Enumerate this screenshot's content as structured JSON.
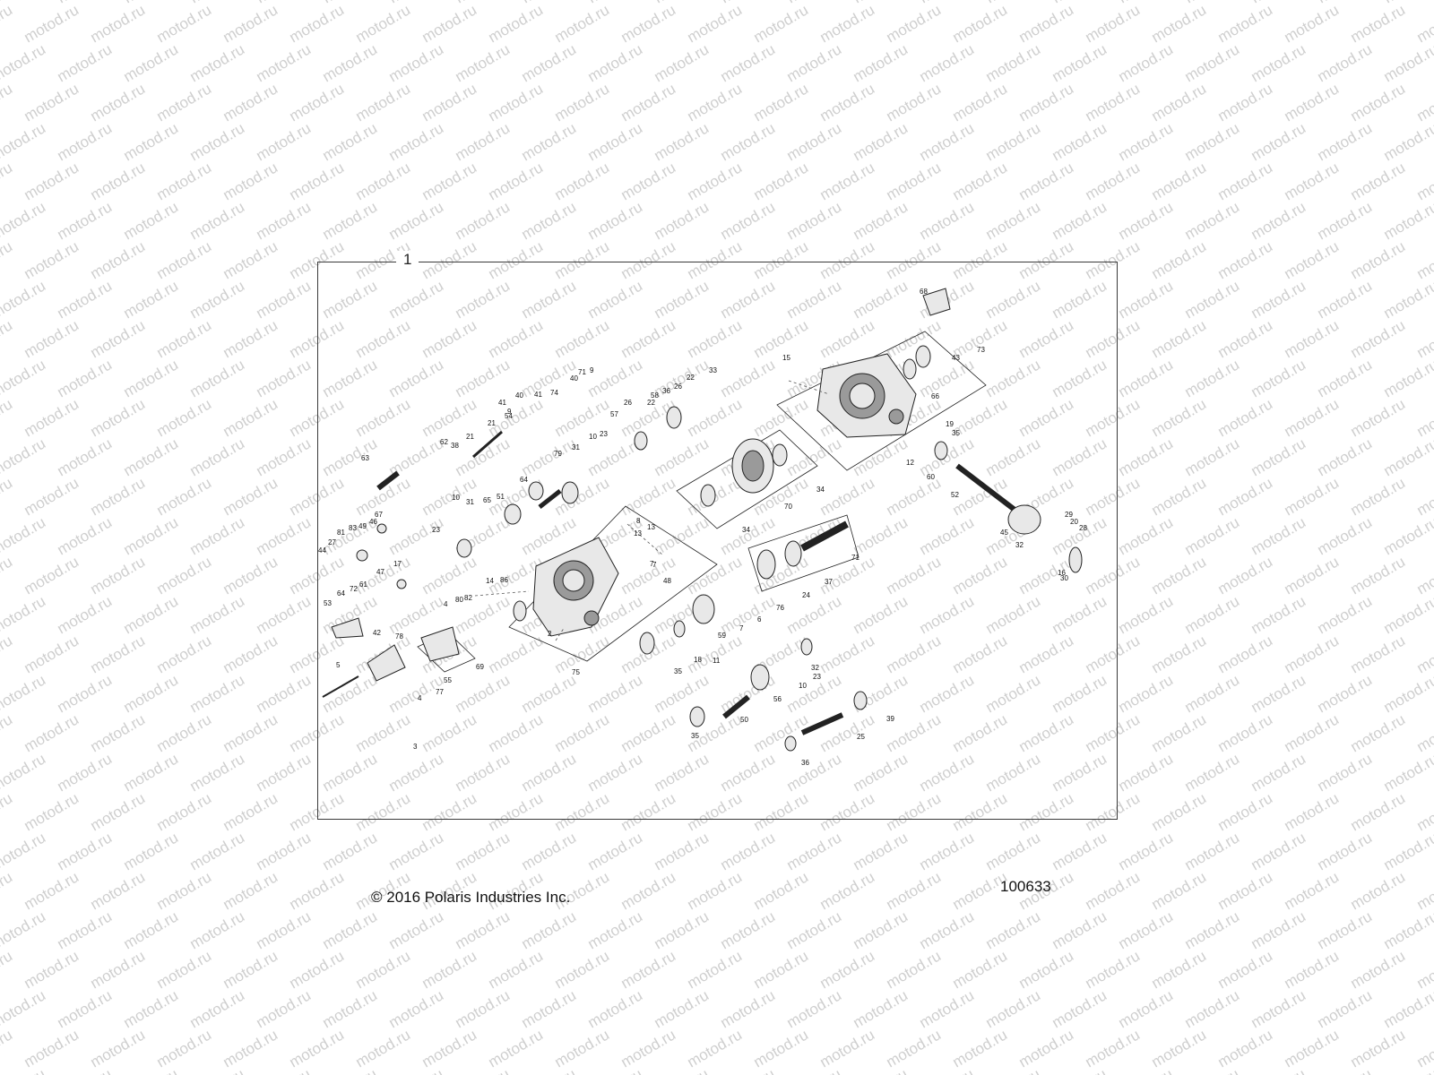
{
  "watermark_text": "motod.ru",
  "frame_label": "1",
  "footer": {
    "copyright": "© 2016 Polaris Industries Inc.",
    "diagram_number": "100633"
  },
  "callouts": [
    "68",
    "73",
    "15",
    "66",
    "43",
    "19",
    "35",
    "12",
    "60",
    "52",
    "29",
    "20",
    "28",
    "45",
    "32",
    "16",
    "30",
    "33",
    "22",
    "26",
    "36",
    "58",
    "22",
    "26",
    "57",
    "23",
    "10",
    "31",
    "79",
    "64",
    "51",
    "65",
    "31",
    "10",
    "23",
    "62",
    "38",
    "21",
    "9",
    "40",
    "41",
    "41",
    "54",
    "74",
    "40",
    "71",
    "9",
    "21",
    "63",
    "67",
    "46",
    "49",
    "83",
    "81",
    "27",
    "44",
    "17",
    "47",
    "61",
    "72",
    "64",
    "53",
    "8",
    "13",
    "13",
    "7",
    "48",
    "7",
    "86",
    "14",
    "82",
    "80",
    "4",
    "42",
    "78",
    "2",
    "55",
    "69",
    "77",
    "5",
    "4",
    "3",
    "75",
    "34",
    "70",
    "34",
    "71",
    "37",
    "24",
    "76",
    "6",
    "7",
    "59",
    "11",
    "18",
    "35",
    "32",
    "23",
    "10",
    "56",
    "50",
    "35",
    "39",
    "25",
    "36"
  ]
}
